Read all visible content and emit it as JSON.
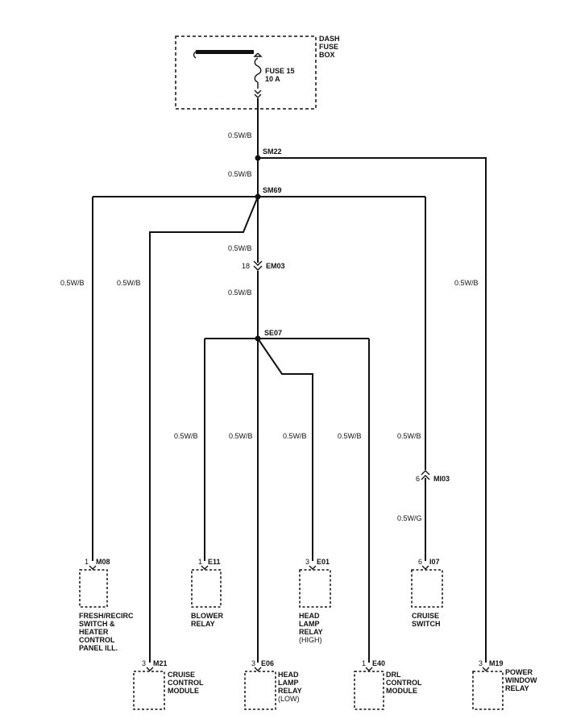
{
  "fuse_box": {
    "title_lines": [
      "DASH",
      "FUSE",
      "BOX"
    ],
    "fuse_lines": [
      "FUSE 15",
      "10 A"
    ]
  },
  "splices": {
    "sm22": "SM22",
    "sm69": "SM69",
    "se07": "SE07"
  },
  "connectors": {
    "em03": {
      "pin": "18",
      "id": "EM03"
    },
    "mi03": {
      "pin": "6",
      "id": "MI03"
    }
  },
  "wire_labels": {
    "w_top": "0.5W/B",
    "w_sm22_sm69": "0.5W/B",
    "w_fresh": "0.5W/B",
    "w_cruise_mod": "0.5W/B",
    "w_sm69_em03": "0.5W/B",
    "w_em03_se07": "0.5W/B",
    "w_cruise_sw_upper": "0.5W/B",
    "w_power_window": "0.5W/B",
    "w_blower": "0.5W/B",
    "w_head_low": "0.5W/B",
    "w_head_high": "0.5W/B",
    "w_drl": "0.5W/B",
    "w_cruise_sw_lower": "0.5W/G"
  },
  "components": [
    {
      "key": "fresh",
      "pin": "1",
      "id": "M08",
      "lines": [
        "FRESH/RECIRC",
        "SWITCH &",
        "HEATER",
        "CONTROL",
        "PANEL ILL."
      ]
    },
    {
      "key": "blower",
      "pin": "1",
      "id": "E11",
      "lines": [
        "BLOWER",
        "RELAY"
      ]
    },
    {
      "key": "head_high",
      "pin": "3",
      "id": "E01",
      "lines": [
        "HEAD",
        "LAMP",
        "RELAY",
        "(HIGH)"
      ]
    },
    {
      "key": "cruise_sw",
      "pin": "6",
      "id": "I07",
      "lines": [
        "CRUISE",
        "SWITCH"
      ]
    },
    {
      "key": "cruise_mod",
      "pin": "3",
      "id": "M21",
      "lines": [
        "CRUISE",
        "CONTROL",
        "MODULE"
      ]
    },
    {
      "key": "head_low",
      "pin": "3",
      "id": "E06",
      "lines": [
        "HEAD",
        "LAMP",
        "RELAY",
        "(LOW)"
      ]
    },
    {
      "key": "drl",
      "pin": "1",
      "id": "E40",
      "lines": [
        "DRL",
        "CONTROL",
        "MODULE"
      ]
    },
    {
      "key": "power_window",
      "pin": "3",
      "id": "M19",
      "lines": [
        "POWER",
        "WINDOW",
        "RELAY"
      ]
    }
  ]
}
